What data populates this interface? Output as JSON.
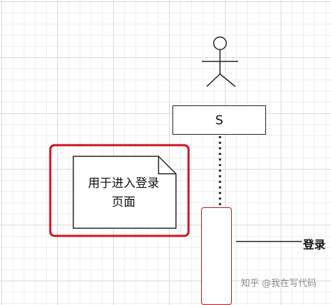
{
  "lifeline": {
    "label": "S"
  },
  "note": {
    "text_line1": "用于进入登录",
    "text_line2": "页面"
  },
  "message": {
    "label": "登录"
  },
  "watermark": {
    "text": "知乎 @我在写代码"
  },
  "colors": {
    "highlight_border": "#d0101f",
    "activation_border": "#c0101e",
    "outline": "#222222"
  }
}
